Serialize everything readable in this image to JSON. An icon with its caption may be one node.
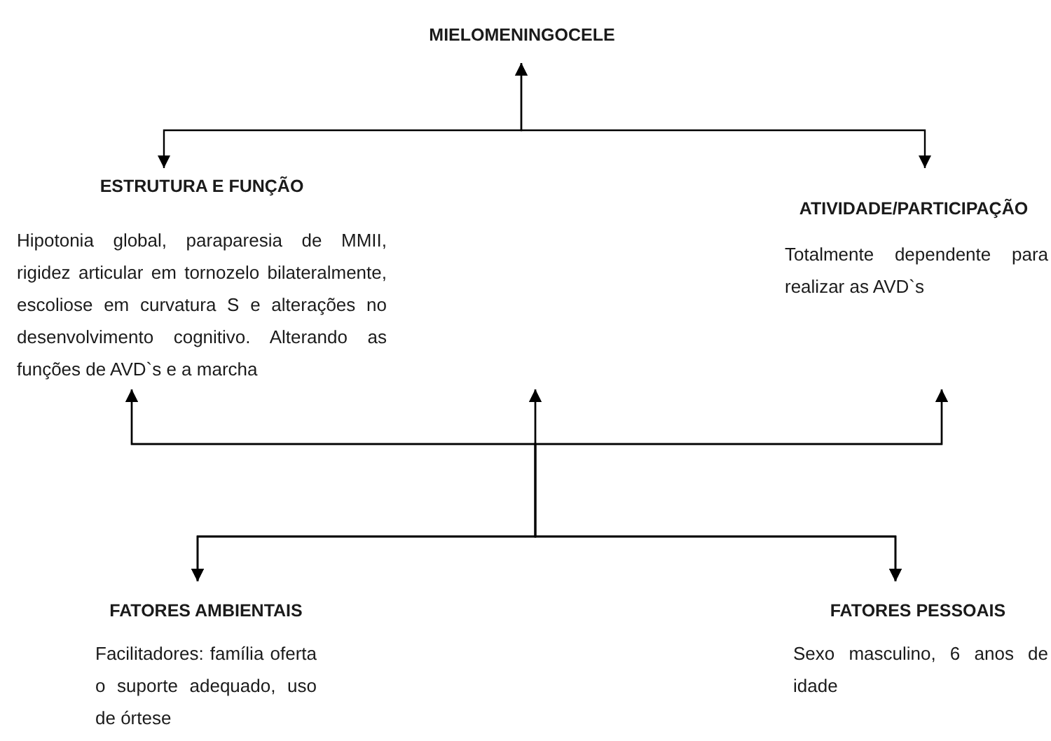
{
  "diagram": {
    "nodes": [
      {
        "text": [
          "MIELOMENINGOCELE"
        ]
      },
      {
        "text": [
          "ESTRUTURA E FUNÇÃO",
          "Hipotonia global, paraparesia de MMII, rigidez articular em tornozelo bilateralmente, escoliose em curvatura S e alterações no desenvolvimento cognitivo. Alterando as funções de AVD`s e a marcha"
        ]
      },
      {
        "text": [
          "ATIVIDADE/PARTICIPAÇÃO",
          "Totalmente dependente para realizar as AVD`s"
        ]
      },
      {
        "text": [
          "FATORES AMBIENTAIS",
          "Facilitadores: família oferta o suporte adequado, uso de órtese"
        ]
      },
      {
        "text": [
          "FATORES PESSOAIS",
          "Sexo masculino, 6 anos de idade"
        ]
      }
    ],
    "edges": [
      {
        "from": 0,
        "to": 1,
        "arrow": "both"
      },
      {
        "from": 0,
        "to": 2,
        "arrow": "both"
      },
      {
        "from": 3,
        "to": 1,
        "arrow": "both"
      },
      {
        "from": 3,
        "to": 2,
        "arrow": "both"
      },
      {
        "from": 3,
        "to": null,
        "arrow": "both"
      },
      {
        "from": 4,
        "to": 1,
        "arrow": "both"
      },
      {
        "from": 4,
        "to": 2,
        "arrow": "both"
      },
      {
        "from": 4,
        "to": null,
        "arrow": "both"
      }
    ]
  }
}
